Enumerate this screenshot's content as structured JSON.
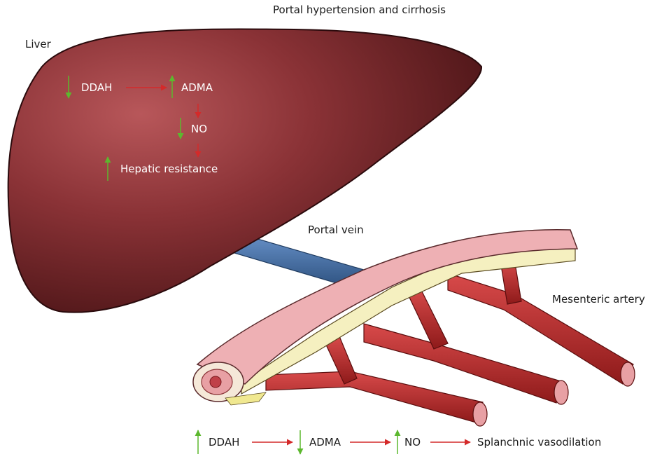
{
  "title": "Portal hypertension and cirrhosis",
  "labels": {
    "liver": "Liver",
    "portal_vein": "Portal vein",
    "mesenteric_artery": "Mesenteric artery"
  },
  "liver_pathway": {
    "ddah": "DDAH",
    "adma": "ADMA",
    "no": "NO",
    "hepatic_resistance": "Hepatic resistance"
  },
  "splanchnic_pathway": {
    "ddah": "DDAH",
    "adma": "ADMA",
    "no": "NO",
    "outcome": "Splanchnic vasodilation"
  },
  "colors": {
    "liver": "#7a2a2e",
    "portal_vein": "#4a78b8",
    "artery": "#b52a2a",
    "vein_wall": "#e8a0a4",
    "up_arrow": "#5cb82e",
    "red_arrow": "#d42a2a"
  }
}
